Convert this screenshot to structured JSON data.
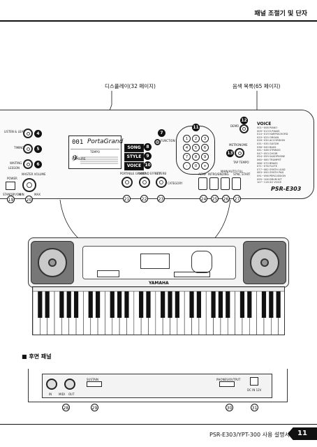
{
  "header": {
    "title": "패널 조절기 및 단자"
  },
  "callouts": {
    "display": "디스플레이(32 페이지)",
    "voice_list": "음색 목록(65 페이지)"
  },
  "front_panel": {
    "left_buttons": [
      "LISTEN & LEARN",
      "TIMING",
      "WAITING"
    ],
    "left_sublabel": "LESSON",
    "power": "POWER",
    "standby": "STANDBY/ON",
    "master_volume": "MASTER VOLUME",
    "min_label": "MIN",
    "max_label": "MAX",
    "lcd_brand": "PortaGrand",
    "lcd_number": "001",
    "lcd_tempo": "TEMPO",
    "lcd_measure": "MEASURE",
    "mode_buttons": [
      "SONG",
      "STYLE",
      "VOICE"
    ],
    "mode_numbers": [
      "8",
      "9",
      "10"
    ],
    "function_label": "FUNCTION",
    "numbers": [
      "1",
      "2",
      "3",
      "4",
      "5",
      "6",
      "7",
      "8",
      "9",
      "-",
      "0",
      "+"
    ],
    "demo_label": "DEMO",
    "voice_label": "VOICE",
    "metronome_label": "METRONOME",
    "tap_label": "TAP TEMPO",
    "portable_grand": "PORTABLE GRAND",
    "sound_effect": "SOUND EFFECT",
    "reverb_label": "REVERB",
    "category_label": "CATEGORY",
    "bottom_buttons": [
      "ACMP",
      "INTRO/ENDING",
      "MAIN/AUTO FILL",
      "SYNC START"
    ],
    "model_logo": "PSR-E303",
    "voice_list": "001~008 PIANO\n009~013 E.PIANO\n014~019 HARPSICHORD\n020~025 ORGAN\n026~030 ACCORDION\n031~035 GUITAR\n036~040 BASS\n041~046 STRINGS\n047~053 CHOIR\n054~059 SAXOPHONE\n060~065 TRUMPET\n066~070 BRASS\n071~076 FLUTE\n077~082 SYNTH LEAD\n083~090 SYNTH PAD\n091~098 PERCUSSION\n099~106 DRUM KIT\n107~118 XG VOICE"
  },
  "callout_numbers": {
    "n4": "4",
    "n5": "5",
    "n6": "6",
    "n7": "7",
    "n8": "8",
    "n9": "9",
    "n10": "10",
    "n11": "11",
    "n12": "12",
    "n13": "13",
    "n19": "19",
    "n20": "20",
    "n21": "21",
    "n22": "22",
    "n23": "23",
    "n24": "24",
    "n25": "25",
    "n26": "26",
    "n27": "27",
    "n28": "28",
    "n29": "29",
    "n30": "30",
    "n31": "31"
  },
  "keyboard": {
    "brand": "YAMAHA"
  },
  "rear": {
    "title": "■ 후면 패널",
    "midi_labels": [
      "IN",
      "MIDI",
      "OUT"
    ],
    "sustain": "SUSTAIN",
    "phones": "PHONES/OUTPUT",
    "dc_in": "DC IN 12V"
  },
  "footer": {
    "text": "PSR-E303/YPT-300  사용 설명서",
    "page": "11"
  },
  "colors": {
    "ink": "#111111",
    "panel": "#fafafa",
    "speaker": "#777777"
  }
}
